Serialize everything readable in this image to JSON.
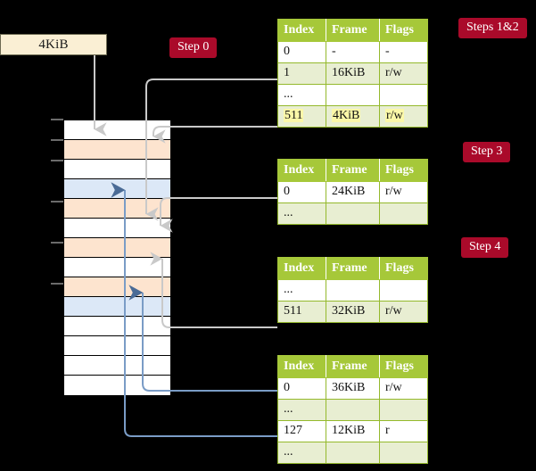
{
  "diagram": {
    "title_source_box": "4KiB",
    "badges": [
      {
        "id": "step0",
        "label": "Step 0"
      },
      {
        "id": "steps12",
        "label": "Steps 1&2"
      },
      {
        "id": "step3",
        "label": "Step 3"
      },
      {
        "id": "step4",
        "label": "Step 4"
      }
    ],
    "columns": [
      "Index",
      "Frame",
      "Flags"
    ],
    "tables": [
      {
        "id": "level4-table",
        "rows": [
          {
            "index": "0",
            "frame": "-",
            "flags": "-",
            "alt": false,
            "highlight": false
          },
          {
            "index": "1",
            "frame": "16KiB",
            "flags": "r/w",
            "alt": true,
            "highlight": false
          },
          {
            "index": "...",
            "frame": "",
            "flags": "",
            "alt": false,
            "highlight": false
          },
          {
            "index": "511",
            "frame": "4KiB",
            "flags": "r/w",
            "alt": true,
            "highlight": true
          }
        ]
      },
      {
        "id": "level3-table",
        "rows": [
          {
            "index": "0",
            "frame": "24KiB",
            "flags": "r/w",
            "alt": false,
            "highlight": false
          },
          {
            "index": "...",
            "frame": "",
            "flags": "",
            "alt": true,
            "highlight": false
          }
        ]
      },
      {
        "id": "level2-table",
        "rows": [
          {
            "index": "...",
            "frame": "",
            "flags": "",
            "alt": false,
            "highlight": false
          },
          {
            "index": "511",
            "frame": "32KiB",
            "flags": "r/w",
            "alt": true,
            "highlight": false
          }
        ]
      },
      {
        "id": "level1-table",
        "rows": [
          {
            "index": "0",
            "frame": "36KiB",
            "flags": "r/w",
            "alt": false,
            "highlight": false
          },
          {
            "index": "...",
            "frame": "",
            "flags": "",
            "alt": true,
            "highlight": false
          },
          {
            "index": "127",
            "frame": "12KiB",
            "flags": "r",
            "alt": false,
            "highlight": false
          },
          {
            "index": "...",
            "frame": "",
            "flags": "",
            "alt": true,
            "highlight": false
          }
        ]
      }
    ],
    "memory_rows": [
      {
        "fill": "white"
      },
      {
        "fill": "peach"
      },
      {
        "fill": "white"
      },
      {
        "fill": "blue"
      },
      {
        "fill": "peach"
      },
      {
        "fill": "white"
      },
      {
        "fill": "peach"
      },
      {
        "fill": "white"
      },
      {
        "fill": "peach"
      },
      {
        "fill": "blue"
      },
      {
        "fill": "white"
      },
      {
        "fill": "white"
      },
      {
        "fill": "white"
      },
      {
        "fill": "white"
      }
    ],
    "colors": {
      "background": "#000000",
      "table_header": "#a6c839",
      "table_alt_row": "#e8eed2",
      "highlight": "#fbf8a8",
      "badge": "#aa0a2a",
      "source_box": "#faefd4",
      "mem_peach": "#fde4cf",
      "mem_blue": "#dce8f7",
      "wire_grey": "#c9c9c9",
      "wire_blue": "#7a9cc6"
    }
  }
}
